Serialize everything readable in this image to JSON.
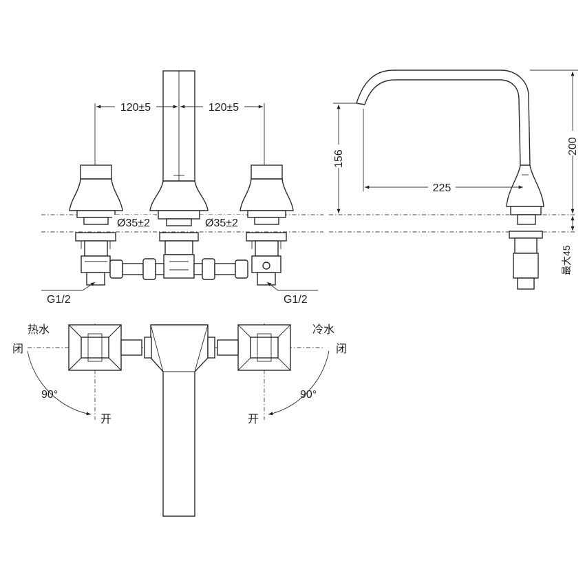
{
  "dimensions": {
    "spacing_left": "120±5",
    "spacing_right": "120±5",
    "hole_left": "Ø35±2",
    "hole_right": "Ø35±2",
    "thread_left": "G1/2",
    "thread_right": "G1/2",
    "height_outlet": "156",
    "reach": "225",
    "height_total": "200",
    "max_deck": "最大45"
  },
  "handles": {
    "hot": "热水",
    "cold": "冷水",
    "closed_left": "闭",
    "closed_right": "闭",
    "open_left": "开",
    "open_right": "开",
    "rotation_left": "90°",
    "rotation_right": "90°"
  },
  "colors": {
    "line": "#2a2a2a",
    "background": "#ffffff"
  }
}
